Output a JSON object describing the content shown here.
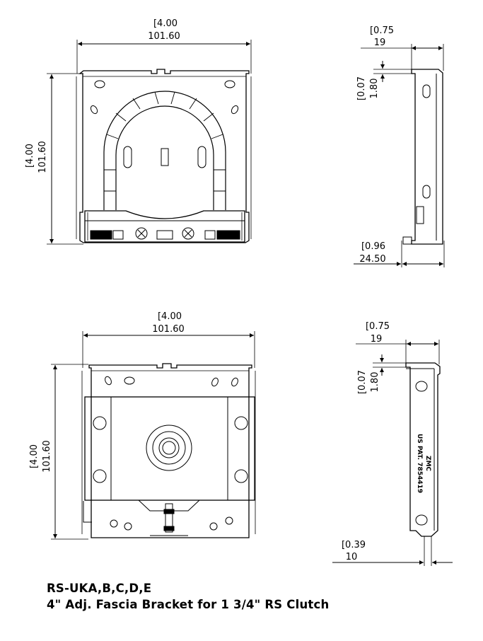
{
  "views": {
    "front_top": {
      "width_inch": "[4.00",
      "width_mm": "101.60",
      "height_inch": "[4.00",
      "height_mm": "101.60"
    },
    "side_top": {
      "depth_inch": "[0.75",
      "depth_mm": "19",
      "offset_inch": "[0.07",
      "offset_mm": "1.80",
      "base_inch": "[0.96",
      "base_mm": "24.50"
    },
    "front_bottom": {
      "width_inch": "[4.00",
      "width_mm": "101.60",
      "height_inch": "[4.00",
      "height_mm": "101.60"
    },
    "side_bottom": {
      "depth_inch": "[0.75",
      "depth_mm": "19",
      "offset_inch": "[0.07",
      "offset_mm": "1.80",
      "base_inch": "[0.39",
      "base_mm": "10",
      "stamp_line1": "ZMC",
      "stamp_line2": "US PAT. 7854419"
    }
  },
  "caption": {
    "line1": "RS-UKA,B,C,D,E",
    "line2": "4\" Adj. Fascia Bracket for 1 3/4\" RS Clutch"
  }
}
